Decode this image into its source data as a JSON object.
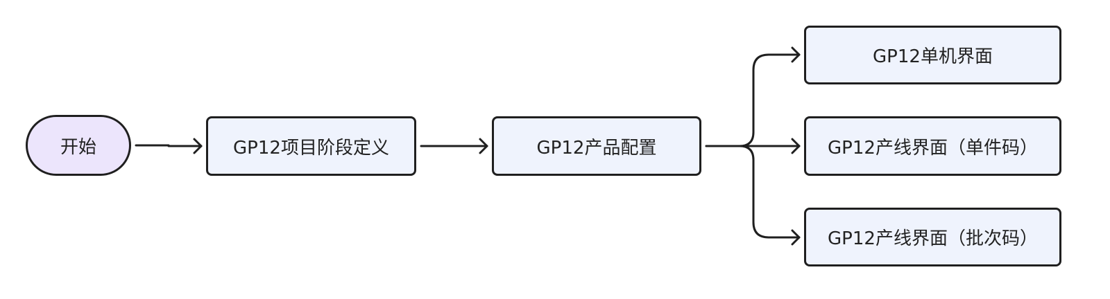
{
  "nodes": {
    "start": "开始",
    "define": "GP12项目阶段定义",
    "config": "GP12产品配置",
    "single": "GP12单机界面",
    "line_single_piece": "GP12产线界面（单件码）",
    "line_batch": "GP12产线界面（批次码）"
  },
  "colors": {
    "start_fill": "#ece5fc",
    "process_fill": "#eff3fd",
    "stroke": "#1f1f1f"
  }
}
